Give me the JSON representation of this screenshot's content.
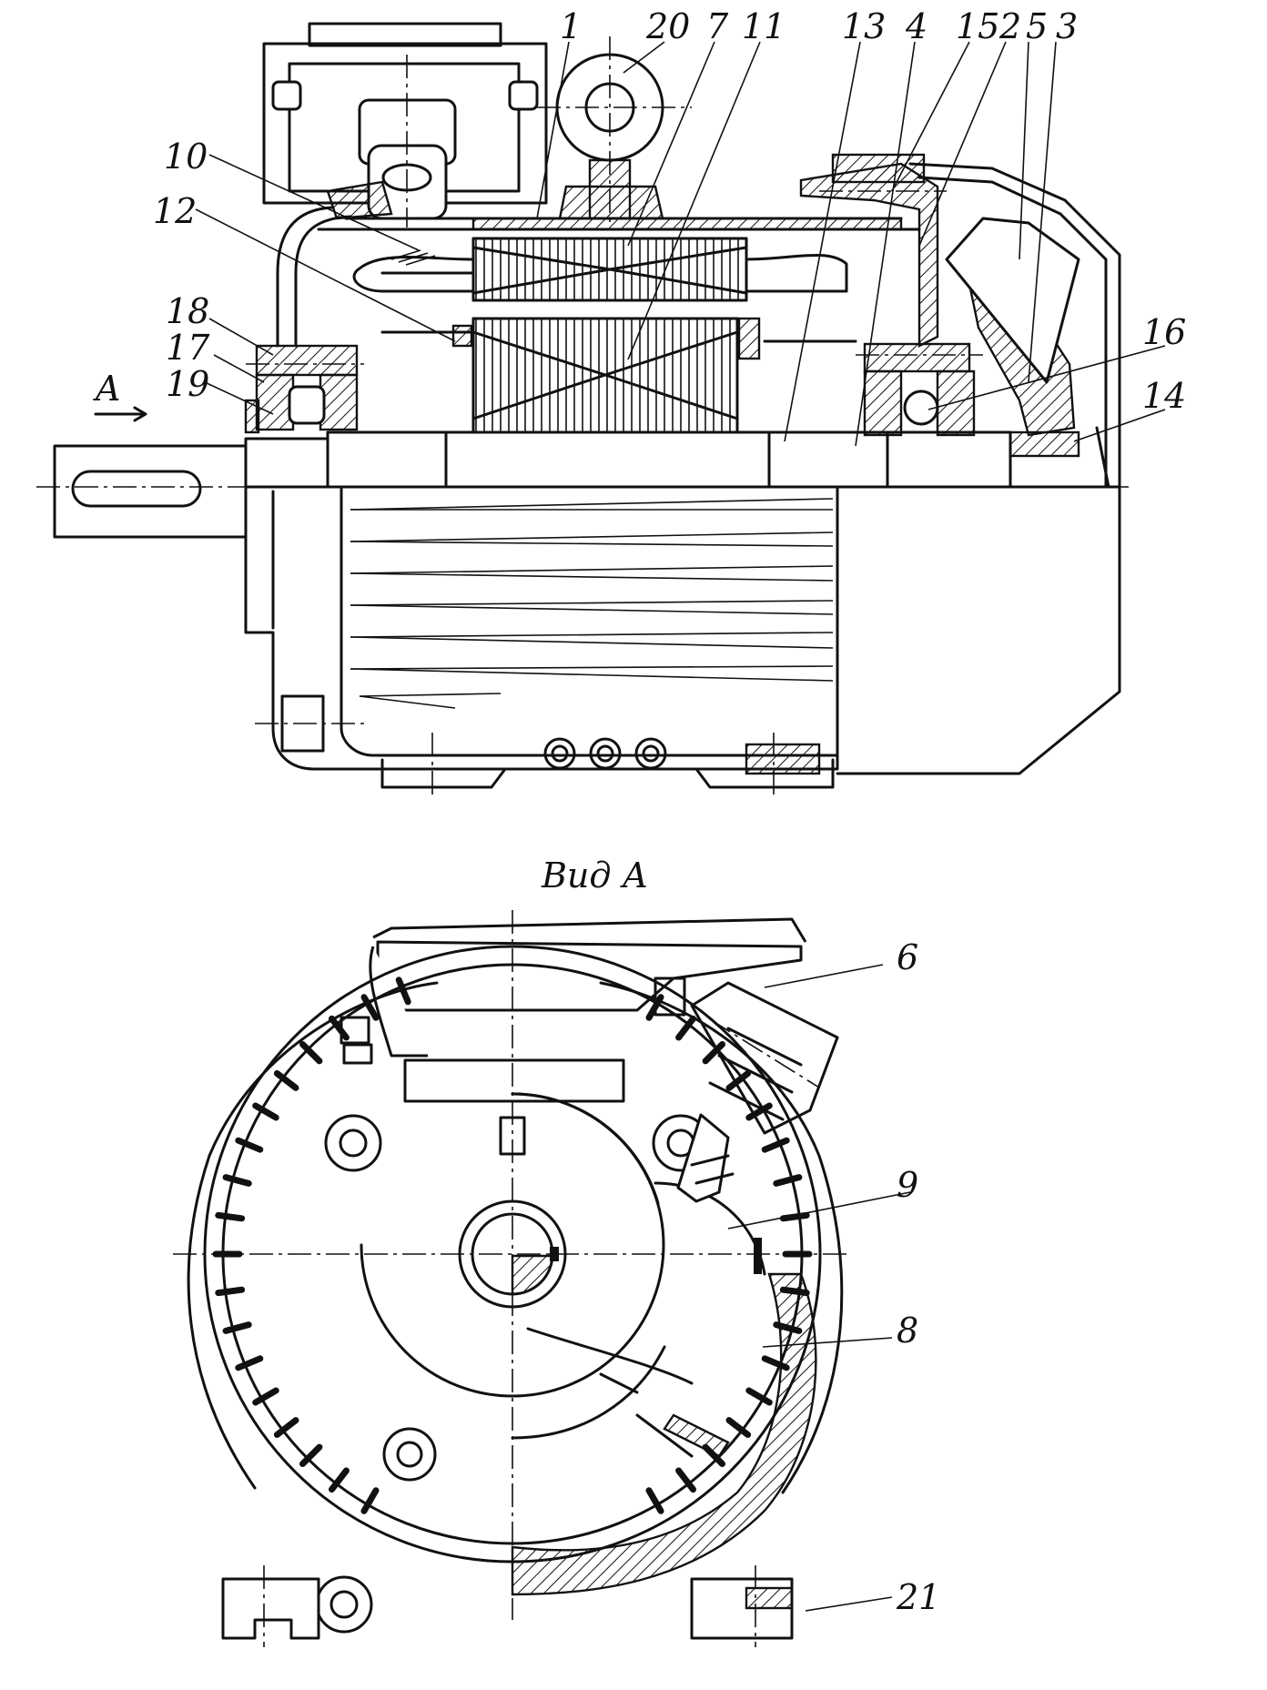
{
  "view_title": "Вид А",
  "view_arrow_label": "A",
  "callouts": {
    "c1": "1",
    "c2": "2",
    "c3": "3",
    "c4": "4",
    "c5": "5",
    "c6": "6",
    "c7": "7",
    "c8": "8",
    "c9": "9",
    "c10": "10",
    "c11": "11",
    "c12": "12",
    "c13": "13",
    "c14": "14",
    "c15": "15",
    "c16": "16",
    "c17": "17",
    "c18": "18",
    "c19": "19",
    "c20": "20",
    "c21": "21"
  }
}
